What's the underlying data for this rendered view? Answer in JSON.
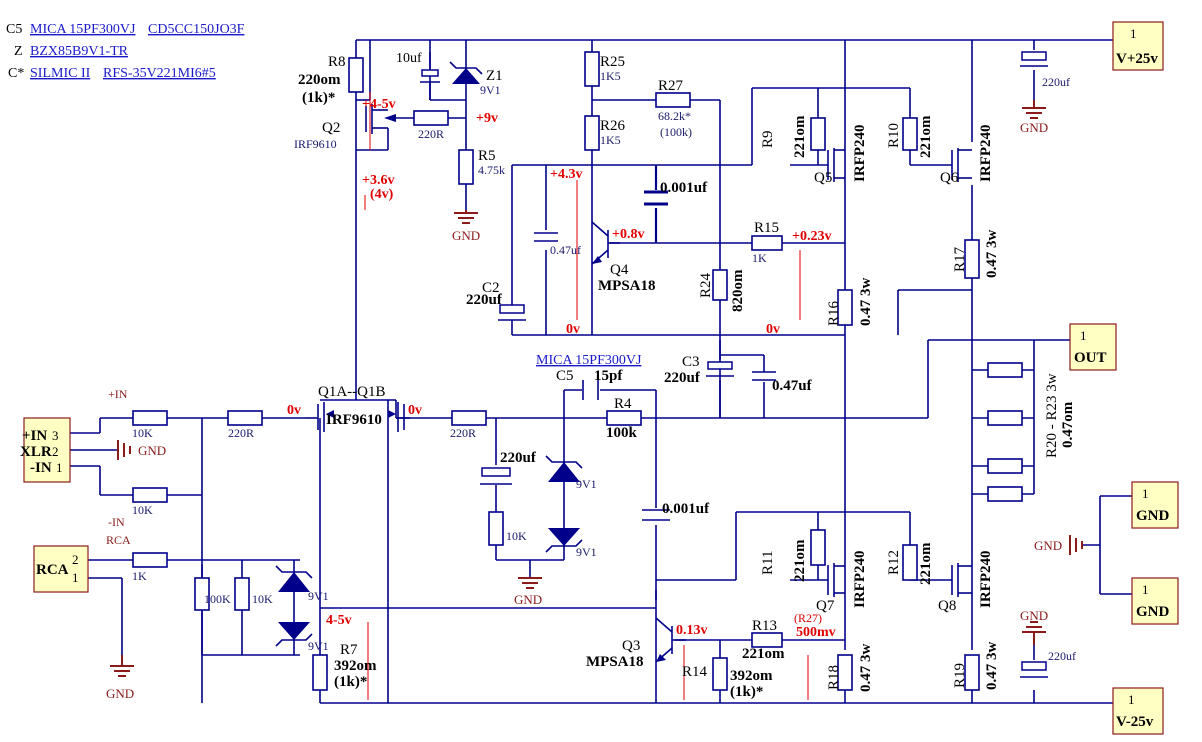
{
  "notes": [
    {
      "prefix": "C5",
      "parts": [
        "MICA 15PF300VJ",
        "CD5CC150JO3F"
      ]
    },
    {
      "prefix": "Z",
      "parts": [
        "BZX85B9V1-TR"
      ]
    },
    {
      "prefix": "C*",
      "parts": [
        "SILMIC II",
        "RFS-35V221MI6#5"
      ]
    }
  ],
  "ports": {
    "vpos": {
      "pin": "1",
      "label": "V+25v"
    },
    "vneg": {
      "pin": "1",
      "label": "V-25v"
    },
    "out": {
      "pin": "1",
      "label": "OUT"
    },
    "gnd1": {
      "pin": "1",
      "label": "GND"
    },
    "gnd2": {
      "pin": "1",
      "label": "GND"
    },
    "xlr": {
      "label": "XLR",
      "pins": [
        "+IN",
        "-IN"
      ],
      "pin_nums": [
        "3",
        "2",
        "1"
      ]
    },
    "rca": {
      "label": "RCA",
      "pin_nums": [
        "2",
        "1"
      ]
    }
  },
  "components": {
    "r8": {
      "ref": "R8",
      "value": "220om",
      "alt": "(1k)*"
    },
    "c10": {
      "value": "10uf"
    },
    "z1": {
      "ref": "Z1",
      "value": "9V1"
    },
    "r220a": {
      "value": "220R"
    },
    "r5": {
      "ref": "R5",
      "value": "4.75k"
    },
    "q2": {
      "ref": "Q2",
      "part": "IRF9610"
    },
    "r25": {
      "ref": "R25",
      "value": "1K5"
    },
    "r26": {
      "ref": "R26",
      "value": "1K5"
    },
    "r27": {
      "ref": "R27",
      "value": "68.2k*",
      "alt": "(100k)"
    },
    "c001a": {
      "value": "0.001uf"
    },
    "c047a": {
      "value": "0.47uf"
    },
    "c2": {
      "ref": "C2",
      "value": "220uf"
    },
    "q4": {
      "ref": "Q4",
      "part": "MPSA18"
    },
    "r15": {
      "ref": "R15",
      "value": "1K"
    },
    "r24": {
      "ref": "R24",
      "value": "820om"
    },
    "r9": {
      "ref": "R9",
      "value": "221om"
    },
    "r10": {
      "ref": "R10",
      "value": "221om"
    },
    "q5": {
      "ref": "Q5",
      "part": "IRFP240"
    },
    "q6": {
      "ref": "Q6",
      "part": "IRFP240"
    },
    "r16": {
      "ref": "R16",
      "value": "0.47 3w"
    },
    "r17": {
      "ref": "R17",
      "value": "0.47 3w"
    },
    "c220top": {
      "value": "220uf"
    },
    "q1": {
      "ref": "Q1A--Q1B",
      "part": "IRF9610"
    },
    "c5": {
      "ref": "C5",
      "value": "15pf",
      "note": "MICA 15PF300VJ"
    },
    "r4": {
      "ref": "R4",
      "value": "100k"
    },
    "c3": {
      "ref": "C3",
      "value": "220uf"
    },
    "c047b": {
      "value": "0.47uf"
    },
    "r20": {
      "ref": "R20 - R23 3w",
      "value": "0.47om"
    },
    "rin1": {
      "value": "10K"
    },
    "rin2": {
      "value": "220R"
    },
    "rin3": {
      "value": "10K"
    },
    "rin4": {
      "value": "220R"
    },
    "rin5": {
      "value": "1K"
    },
    "rin6": {
      "value": "100K"
    },
    "rin7": {
      "value": "10K"
    },
    "cfb": {
      "value": "220uf"
    },
    "rfb": {
      "value": "10K"
    },
    "zfb1": {
      "value": "9V1"
    },
    "zfb2": {
      "value": "9V1"
    },
    "zin1": {
      "value": "9V1"
    },
    "zin2": {
      "value": "9V1"
    },
    "c001b": {
      "value": "0.001uf"
    },
    "r11": {
      "ref": "R11",
      "value": "221om"
    },
    "r12": {
      "ref": "R12",
      "value": "221om"
    },
    "q7": {
      "ref": "Q7",
      "part": "IRFP240"
    },
    "q8": {
      "ref": "Q8",
      "part": "IRFP240"
    },
    "r7": {
      "ref": "R7",
      "value": "392om",
      "alt": "(1k)*"
    },
    "q3": {
      "ref": "Q3",
      "part": "MPSA18"
    },
    "r13": {
      "ref": "R13",
      "value": "221om",
      "alt": "(R27)"
    },
    "r14": {
      "ref": "R14",
      "value": "392om",
      "alt": "(1k)*"
    },
    "r18": {
      "ref": "R18",
      "value": "0.47 3w"
    },
    "r19": {
      "ref": "R19",
      "value": "0.47 3w"
    },
    "c220bot": {
      "value": "220uf"
    }
  },
  "voltages": {
    "v1": "+4-5v",
    "v2": "+9v",
    "v3": "+3.6v",
    "v3b": "(4v)",
    "v4": "+4.3v",
    "v5": "+0.8v",
    "v6": "+0.23v",
    "v7": "0v",
    "v8": "0v",
    "v9": "0v",
    "v10": "0v",
    "v11": "4-5v",
    "v12": "0.13v",
    "v13": "500mv"
  },
  "ground_labels": {
    "g_top": "GND",
    "g_r5": "GND",
    "g_xlr": "GND",
    "g_in": "GND",
    "g_fb": "GND",
    "g_right": "GND",
    "g_rbot": "GND",
    "g_pos": "GND"
  },
  "colors": {
    "wire": "#00008b",
    "port_fill": "#ffffc4",
    "port_border": "#8b1a1a",
    "voltage_text": "#e00000",
    "ground": "#8b1a1a",
    "link_text": "#1a1acc"
  }
}
